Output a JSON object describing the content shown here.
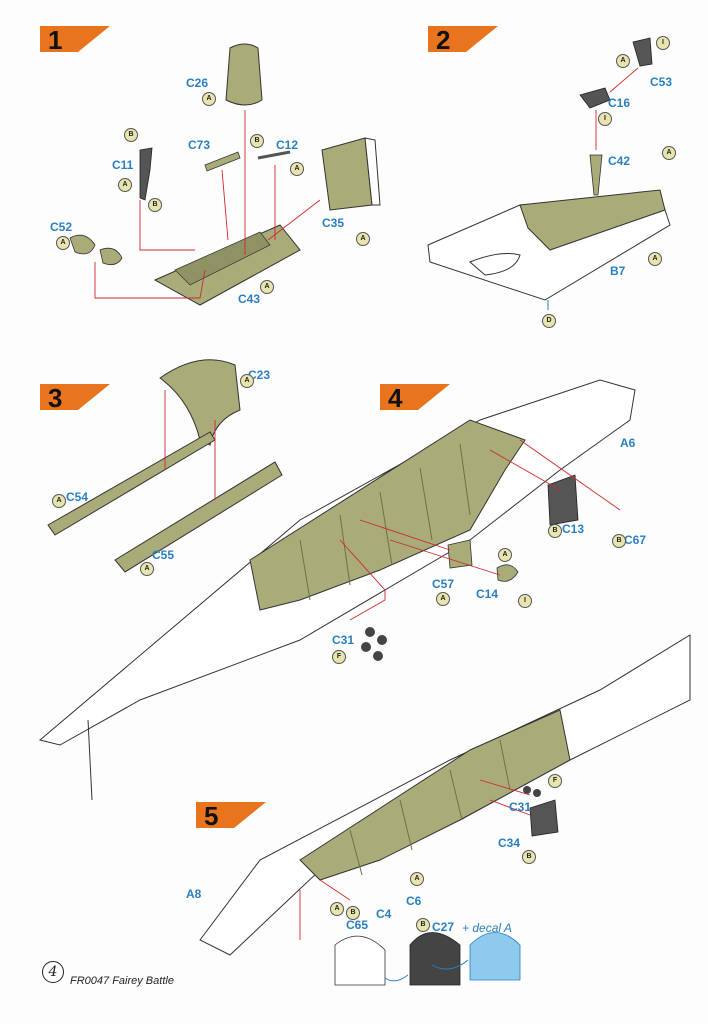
{
  "colors": {
    "interior_green": "#a9ac78",
    "step_flag": "#e8741e",
    "label_blue": "#2a7fc1",
    "leader_red": "#d0282e"
  },
  "steps": [
    {
      "number": "1"
    },
    {
      "number": "2"
    },
    {
      "number": "3"
    },
    {
      "number": "4"
    },
    {
      "number": "5"
    }
  ],
  "parts": {
    "C26": "C26",
    "C73": "C73",
    "C12": "C12",
    "C11": "C11",
    "C52": "C52",
    "C35": "C35",
    "C43": "C43",
    "C53": "C53",
    "C16": "C16",
    "C42": "C42",
    "B7": "B7",
    "C23": "C23",
    "C54": "C54",
    "C55": "C55",
    "A6": "A6",
    "C13": "C13",
    "C67": "C67",
    "C57": "C57",
    "C14": "C14",
    "C31a": "C31",
    "C31b": "C31",
    "C34": "C34",
    "A8": "A8",
    "C65": "C65",
    "C4": "C4",
    "C6": "C6",
    "C27": "C27"
  },
  "decal_note": "+ decal A",
  "paint_codes": [
    "A",
    "B",
    "D",
    "F",
    "I"
  ],
  "footer": {
    "page_number": "4",
    "title": "FR0047 Fairey Battle"
  }
}
